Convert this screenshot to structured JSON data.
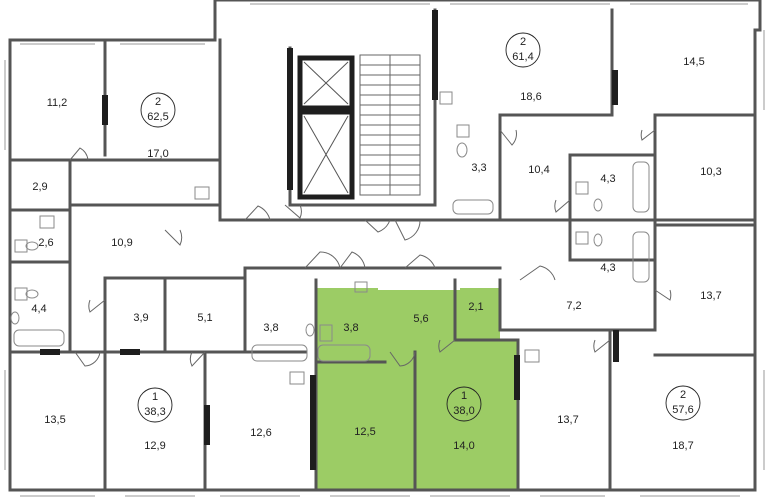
{
  "colors": {
    "highlight": "#9ccc65",
    "wall": "#555555",
    "wall_dark": "#1e1e1e",
    "fixture": "#8a8a8a",
    "background": "#ffffff"
  },
  "apartments": [
    {
      "id": "apt-a",
      "rooms": "2",
      "area": "62,5"
    },
    {
      "id": "apt-b",
      "rooms": "2",
      "area": "61,4"
    },
    {
      "id": "apt-c",
      "rooms": "1",
      "area": "38,3"
    },
    {
      "id": "apt-d",
      "rooms": "1",
      "area": "38,0",
      "highlighted": true
    },
    {
      "id": "apt-e",
      "rooms": "2",
      "area": "57,6"
    }
  ],
  "rooms": [
    "11,2",
    "17,0",
    "2,9",
    "2,6",
    "10,9",
    "4,4",
    "18,6",
    "14,5",
    "3,3",
    "10,4",
    "4,3",
    "10,3",
    "4,3",
    "7,2",
    "13,7",
    "3,9",
    "5,1",
    "3,8",
    "3,8",
    "5,6",
    "2,1",
    "13,5",
    "12,9",
    "12,6",
    "12,5",
    "14,0",
    "13,7",
    "18,7"
  ]
}
